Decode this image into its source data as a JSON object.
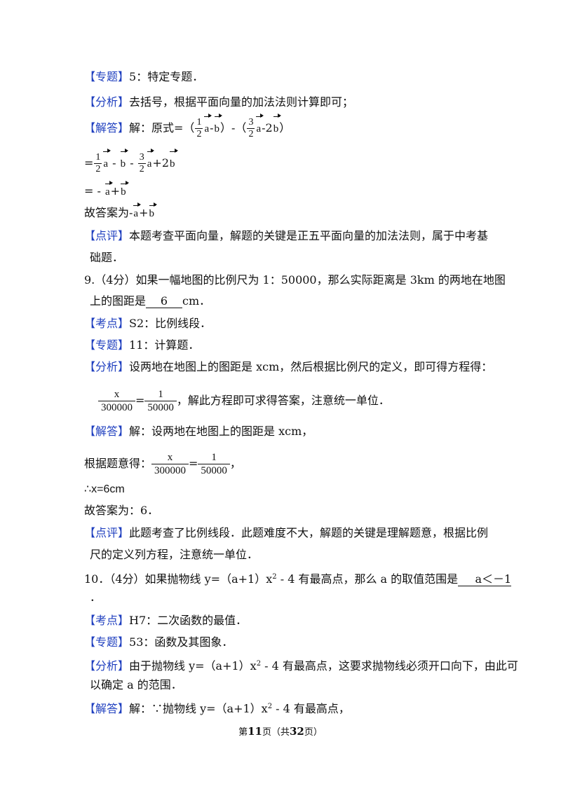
{
  "tags": {
    "zhuanti": "【专题】",
    "fenxi": "【分析】",
    "jieda": "【解答】",
    "dianping": "【点评】",
    "kaodian": "【考点】"
  },
  "q8": {
    "zhuanti_text": "5：特定专题．",
    "fenxi_text": "去括号，根据平面向量的加法法则计算即可；",
    "jieda_prefix": "解：原式=（",
    "step1_prefix": "=",
    "step2_prefix": "= -",
    "answer_prefix": "故答案为",
    "dianping_text1": "本题考查平面向量，解题的关键是正五平面向量的加法法则，属于中考基",
    "dianping_text2": "础题．"
  },
  "math": {
    "one": "1",
    "two": "2",
    "three": "3",
    "a": "a",
    "b": "b",
    "minus": "-",
    "spaced_minus": " - ",
    "plus": "+",
    "plus2": "+2",
    "minus2": "-2",
    "rparen_minus_lparen": "）-（",
    "rparen": "）",
    "x": "x",
    "d300000": "300000",
    "d50000": "50000",
    "eq": "="
  },
  "q9": {
    "stem1": "9.（4分）如果一幅地图的比例尺为 1：50000，那么实际距离是 3km 的两地在地图",
    "stem2_pre": "上的图距是",
    "answer": "6",
    "stem2_post": "cm．",
    "kaodian_text": "S2：比例线段．",
    "zhuanti_text": "11：计算题．",
    "fenxi_text": "设两地在地图上的图距是 xcm，然后根据比例尺的定义，即可得方程得：",
    "fenxi_after": "，解此方程即可求得答案，注意统一单位．",
    "jieda_text": "解：设两地在地图上的图距是 xcm，",
    "yide": "根据题意得：",
    "comma": "，",
    "therefore": "∴x=6cm",
    "answer_line": "故答案为：6．",
    "dianping_text1": "此题考查了比例线段．此题难度不大，解题的关键是理解题意，根据比例",
    "dianping_text2": "尺的定义列方程，注意统一单位．"
  },
  "q10": {
    "stem_pre": "10．（4分）如果抛物线 y=（a+1）x",
    "sup2": "2",
    "stem_post": " - 4 有最高点，那么 a 的取值范围是",
    "answer": "a＜－1",
    "period": "．",
    "kaodian_text": "H7：二次函数的最值．",
    "zhuanti_text": "53：函数及其图象．",
    "fenxi_pre": "由于抛物线 y=（a+1）x",
    "fenxi_post": " - 4 有最高点，这要求抛物线必须开口向下，由此可",
    "fenxi_text2": "以确定 a 的范围．",
    "jieda_pre": "解：∵抛物线 y=（a+1）x",
    "jieda_post": " - 4 有最高点，"
  },
  "footer": {
    "di": "第",
    "page": "11",
    "ye": "页（共",
    "total": "32",
    "ye_end": "页）"
  }
}
